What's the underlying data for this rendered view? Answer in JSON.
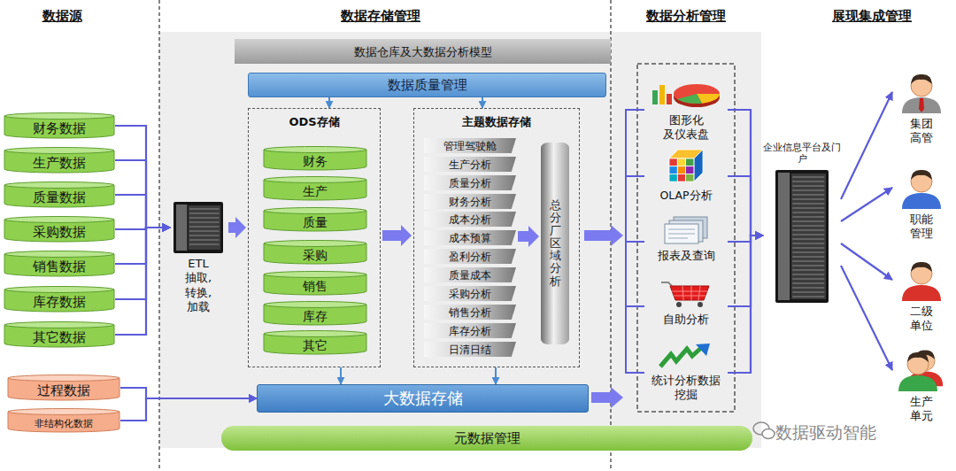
{
  "diagram": {
    "nodes": [
      {
        "text": [
          "财务数据"
        ]
      },
      {
        "text": [
          "生产数据"
        ]
      },
      {
        "text": [
          "质量数据"
        ]
      },
      {
        "text": [
          "采购数据"
        ]
      },
      {
        "text": [
          "销售数据"
        ]
      },
      {
        "text": [
          "库存数据"
        ]
      },
      {
        "text": [
          "其它数据"
        ]
      },
      {
        "text": [
          "过程数据"
        ]
      },
      {
        "text": [
          "非结构化数据"
        ]
      },
      {
        "text": [
          "ETL 抽取, 转换, 加载"
        ]
      },
      {
        "text": [
          "数据仓库及大数据分析模型"
        ]
      },
      {
        "text": [
          "数据质量管理"
        ]
      },
      {
        "text": [
          "ODS存储"
        ]
      },
      {
        "text": [
          "财务"
        ],
        "in": 12
      },
      {
        "text": [
          "生产"
        ],
        "in": 12
      },
      {
        "text": [
          "质量"
        ],
        "in": 12
      },
      {
        "text": [
          "采购"
        ],
        "in": 12
      },
      {
        "text": [
          "销售"
        ],
        "in": 12
      },
      {
        "text": [
          "库存"
        ],
        "in": 12
      },
      {
        "text": [
          "其它"
        ],
        "in": 12
      },
      {
        "text": [
          "主题数据存储"
        ]
      },
      {
        "text": [
          "管理驾驶舱"
        ],
        "in": 20
      },
      {
        "text": [
          "生产分析"
        ],
        "in": 20
      },
      {
        "text": [
          "质量分析"
        ],
        "in": 20
      },
      {
        "text": [
          "财务分析"
        ],
        "in": 20
      },
      {
        "text": [
          "成本分析"
        ],
        "in": 20
      },
      {
        "text": [
          "成本预算"
        ],
        "in": 20
      },
      {
        "text": [
          "盈利分析"
        ],
        "in": 20
      },
      {
        "text": [
          "质量成本"
        ],
        "in": 20
      },
      {
        "text": [
          "采购分析"
        ],
        "in": 20
      },
      {
        "text": [
          "销售分析"
        ],
        "in": 20
      },
      {
        "text": [
          "库存分析"
        ],
        "in": 20
      },
      {
        "text": [
          "日清日结"
        ],
        "in": 20
      },
      {
        "text": [
          "总分厂区域分析"
        ],
        "in": 20
      },
      {
        "text": [
          "大数据存储"
        ]
      },
      {
        "text": [
          "元数据管理"
        ]
      },
      {
        "text": [
          "图形化 及仪表盘"
        ]
      },
      {
        "text": [
          "OLAP分析"
        ]
      },
      {
        "text": [
          "报表及查询"
        ]
      },
      {
        "text": [
          "自助分析"
        ]
      },
      {
        "text": [
          "统计分析数据 挖掘"
        ]
      },
      {
        "text": [
          "企业信息平台及门 户"
        ]
      },
      {
        "text": [
          "集团 高管"
        ]
      },
      {
        "text": [
          "职能 管理"
        ]
      },
      {
        "text": [
          "二级 单位"
        ]
      },
      {
        "text": [
          "生产 单元"
        ]
      }
    ],
    "edges": [
      {
        "from": 0,
        "to": 9,
        "arrow": "to"
      },
      {
        "from": 1,
        "to": 9,
        "arrow": "to"
      },
      {
        "from": 2,
        "to": 9,
        "arrow": "to"
      },
      {
        "from": 3,
        "to": 9,
        "arrow": "to"
      },
      {
        "from": 4,
        "to": 9,
        "arrow": "to"
      },
      {
        "from": 5,
        "to": 9,
        "arrow": "to"
      },
      {
        "from": 6,
        "to": 9,
        "arrow": "to"
      },
      {
        "from": 7,
        "to": 34,
        "arrow": "to"
      },
      {
        "from": 8,
        "to": 34,
        "arrow": "to"
      },
      {
        "from": 9,
        "to": 12,
        "arrow": "to"
      },
      {
        "from": 12,
        "to": 20,
        "arrow": "to"
      },
      {
        "from": 26,
        "to": 33,
        "arrow": "to"
      },
      {
        "from": 11,
        "to": 12,
        "arrow": "to"
      },
      {
        "from": 11,
        "to": 20,
        "arrow": "to"
      },
      {
        "from": 12,
        "to": 34,
        "arrow": "to"
      },
      {
        "from": 20,
        "to": 34,
        "arrow": "to"
      },
      {
        "from": 36,
        "to": 41,
        "arrow": "to"
      },
      {
        "from": 37,
        "to": 41,
        "arrow": "to"
      },
      {
        "from": 38,
        "to": 41,
        "arrow": "to"
      },
      {
        "from": 39,
        "to": 41,
        "arrow": "to"
      },
      {
        "from": 40,
        "to": 41,
        "arrow": "to"
      },
      {
        "from": 41,
        "to": 42,
        "arrow": "to"
      },
      {
        "from": 41,
        "to": 43,
        "arrow": "to"
      },
      {
        "from": 41,
        "to": 44,
        "arrow": "to"
      },
      {
        "from": 41,
        "to": 45,
        "arrow": "to"
      }
    ],
    "labels": [
      "数据源",
      "数据存储管理",
      "数据分析管理",
      "展现集成管理",
      "数据驱动智能"
    ]
  }
}
